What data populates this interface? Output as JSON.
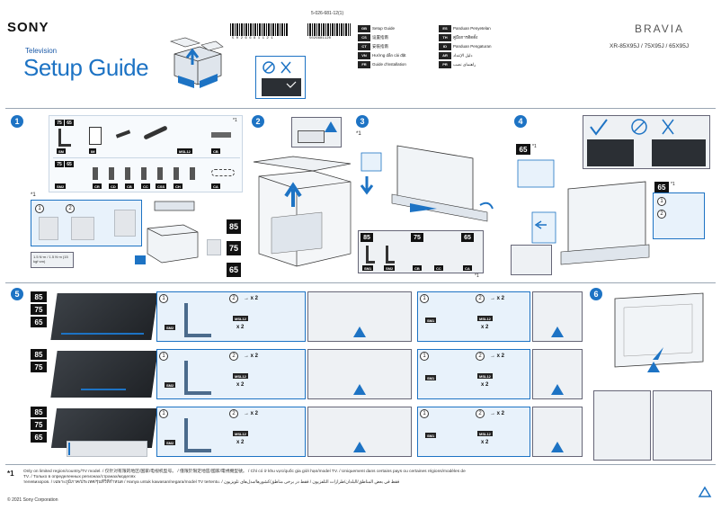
{
  "brand": {
    "logo": "SONY",
    "bravia": "BRAVIA"
  },
  "header": {
    "category": "Television",
    "title": "Setup Guide",
    "models": "XR-85X95J / 75X95J / 65X95J",
    "part_number": "5-026-681-12(1)",
    "barcode_1": "5 0 2 6 6 8 1 1 2 1",
    "barcode_2": "5026681120"
  },
  "languages": [
    {
      "code": "GB",
      "name": "Setup Guide"
    },
    {
      "code": "ES",
      "name": "Panduan Penyetelan"
    },
    {
      "code": "CS",
      "name": "设置指南"
    },
    {
      "code": "TH",
      "name": "คู่มือการติดตั้ง"
    },
    {
      "code": "CT",
      "name": "安裝指南"
    },
    {
      "code": "ID",
      "name": "Panduan Pengaturan"
    },
    {
      "code": "VN",
      "name": "Hướng dẫn cài đặt"
    },
    {
      "code": "AR",
      "name": "دليل الإعداد"
    },
    {
      "code": "FR",
      "name": "Guide d'installation"
    },
    {
      "code": "PR",
      "name": "راهنمای نصب"
    }
  ],
  "steps": {
    "s1": "1",
    "s2": "2",
    "s3": "3",
    "s4": "4",
    "s5": "5",
    "s6": "6"
  },
  "sub_steps": {
    "a": "1",
    "b": "2"
  },
  "sizes": {
    "s85": "85",
    "s75": "75",
    "s65": "65"
  },
  "parts": {
    "sm": "SM",
    "sm1": "SM1",
    "sm2": "SM2",
    "im": "IM",
    "msl12": "MSL12",
    "cb": "CB",
    "cc": "CC",
    "ca": "CA",
    "cr": "CR",
    "cd": "CD",
    "sr": "SR",
    "css": "CSS",
    "ch": "CH"
  },
  "marks": {
    "footnote": "*1",
    "multiply": "x 2",
    "arrow_x2": "→ x 2"
  },
  "torque": "1.5 N·m / 1.5 N·m (15 kgf·cm)",
  "footnote": {
    "mark": "*1",
    "line1": "Only on limited region/country/TV model. / 仅针对有限的地区/国家/电视机型号。 / 僅限於限定地區/國家/電視機型號。 / Chỉ có ở khu vực/quốc gia giới hạn/model TV. / Uniquement dans certains pays ou certaines régions/modèles de TV. / Только в определенных регионах/странах/моделях",
    "line2": "телевизоров. / เฉพาะภูมิภาค/ประเทศ/รุ่นทีวีที่กำหนด / Hanya untuk kawasan/negara/model TV tertentu. / فقط في بعض المناطق/البلدان/طرازات التلفزيون / فقط در برخی مناطق/کشورها/مدل‌های تلویزیون"
  },
  "copyright": "© 2021 Sony Corporation",
  "colors": {
    "accent": "#1d73c4",
    "dark": "#111111",
    "panel": "#f7fafd"
  }
}
